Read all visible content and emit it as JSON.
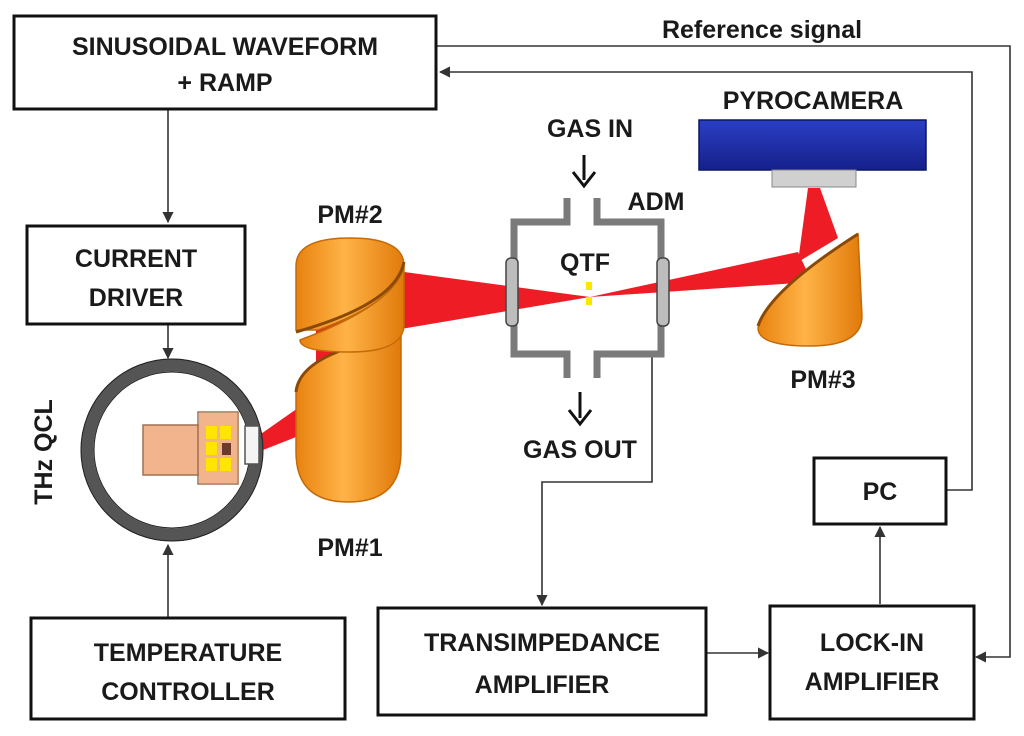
{
  "boxes": {
    "waveform_line1": "SINUSOIDAL WAVEFORM",
    "waveform_line2": "+ RAMP",
    "driver_line1": "CURRENT",
    "driver_line2": "DRIVER",
    "temp_line1": "TEMPERATURE",
    "temp_line2": "CONTROLLER",
    "tia_line1": "TRANSIMPEDANCE",
    "tia_line2": "AMPLIFIER",
    "lockin_line1": "LOCK-IN",
    "lockin_line2": "AMPLIFIER",
    "pc": "PC"
  },
  "labels": {
    "reference_signal": "Reference signal",
    "pyrocamera": "PYROCAMERA",
    "gas_in": "GAS IN",
    "gas_out": "GAS OUT",
    "adm": "ADM",
    "qtf": "QTF",
    "pm1": "PM#1",
    "pm2": "PM#2",
    "pm3": "PM#3",
    "thz_qcl": "THz QCL"
  },
  "colors": {
    "beam": "#ee1c25",
    "mirror": "#f7931e",
    "camera": "#1d2fa8",
    "qcl_body": "#f2b48c",
    "chip": "#ffe600",
    "cell_wall": "#7a7a7a"
  }
}
